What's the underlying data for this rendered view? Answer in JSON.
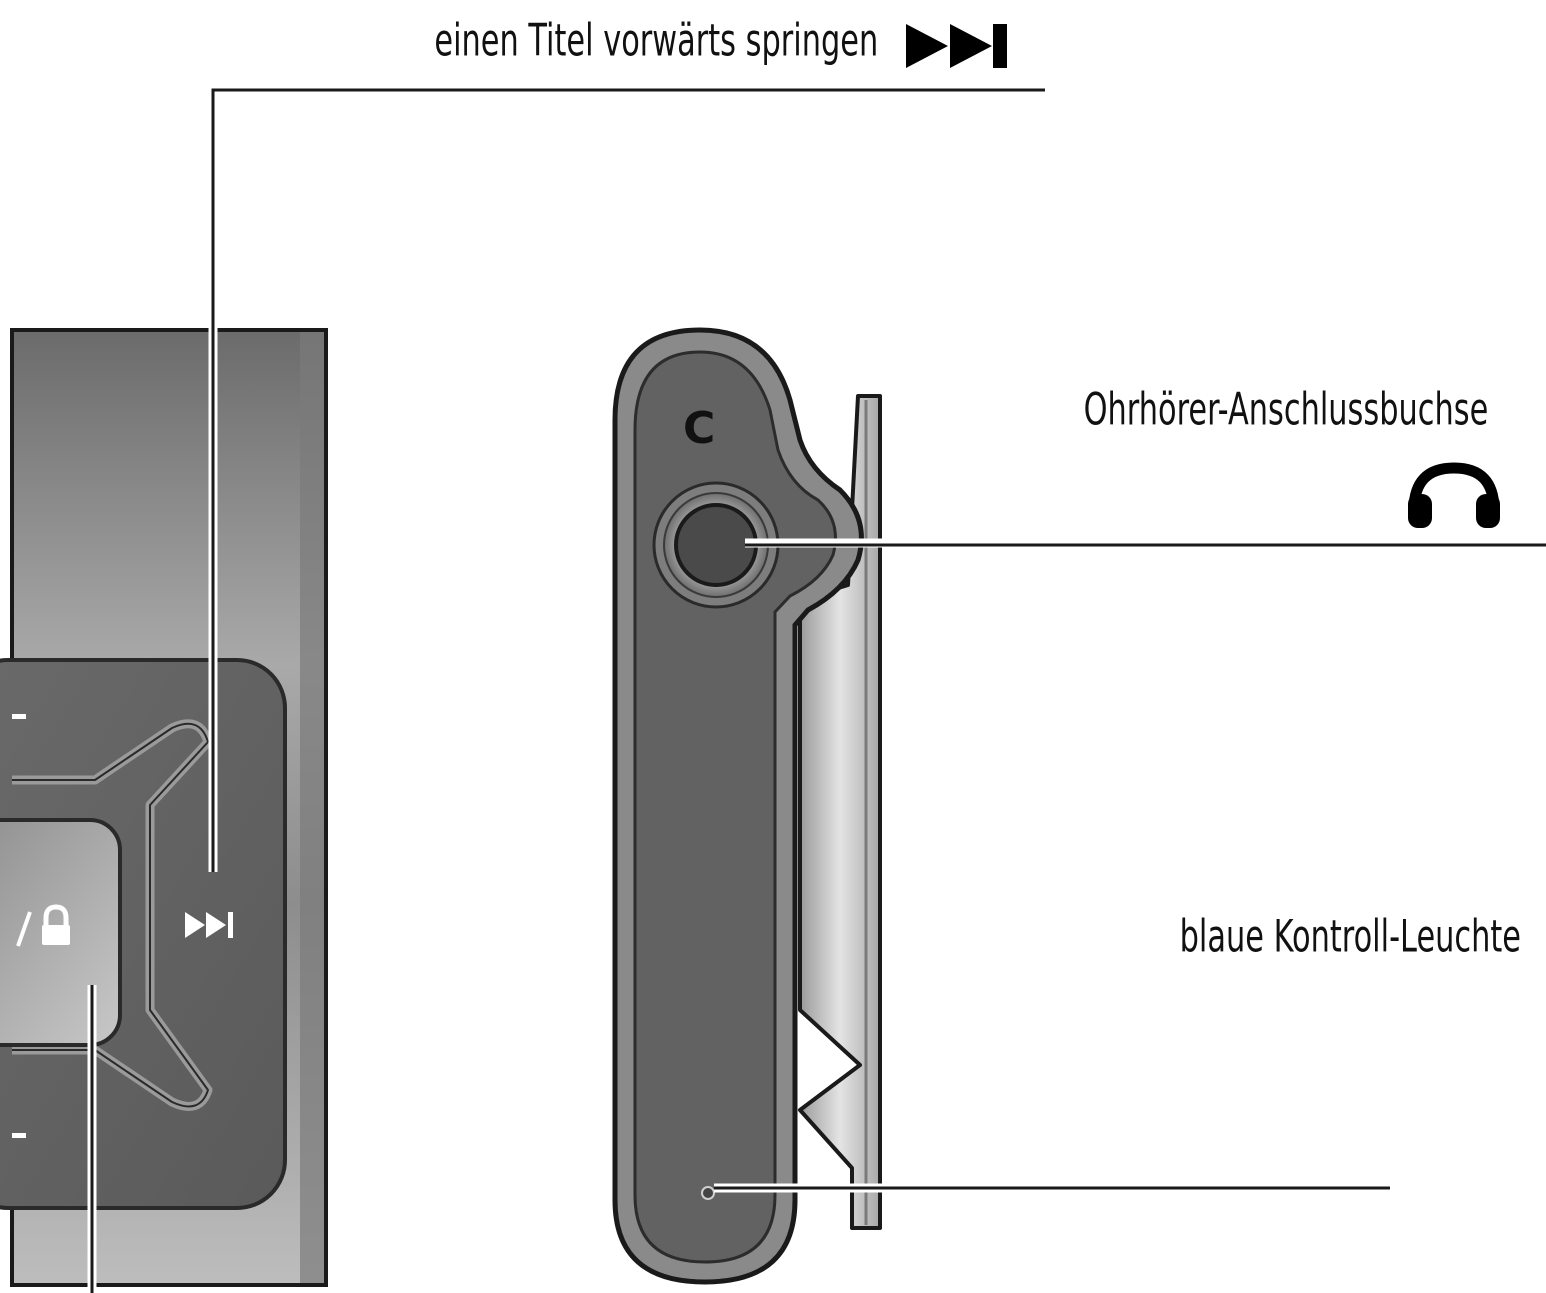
{
  "labels": {
    "skip_forward": "einen Titel vorwärts springen",
    "headphone_jack": "Ohrhörer-Anschlussbuchse",
    "status_led": "blaue Kontroll-Leuchte"
  },
  "icons": {
    "skip_forward_label_icon": "skip-forward-icon",
    "skip_forward_button_icon": "skip-forward-icon",
    "headphones_icon": "headphones-icon",
    "lock_icon": "lock-icon",
    "clip_mark_icon": "c-mark-icon"
  },
  "colors": {
    "device_dark": "#5a5a5a",
    "device_mid": "#8c8c8c",
    "device_light": "#d6d6d6",
    "outline": "#1a1a1a"
  }
}
